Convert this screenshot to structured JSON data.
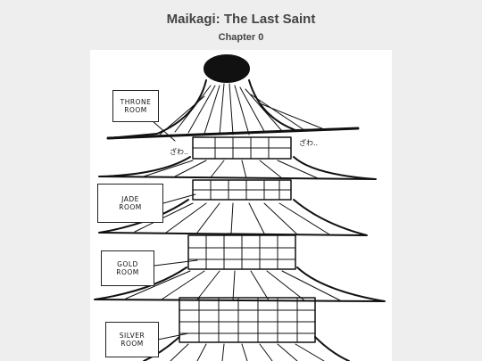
{
  "header": {
    "title": "Maikagi: The Last Saint",
    "subtitle": "Chapter 0"
  },
  "labels": {
    "throne": "THRONE\nROOM",
    "jade": "JADE\nROOM",
    "gold": "GOLD\nROOM",
    "silver": "SILVER\nROOM"
  },
  "sfx": {
    "left": "ざわ..",
    "right": "ざわ.."
  }
}
